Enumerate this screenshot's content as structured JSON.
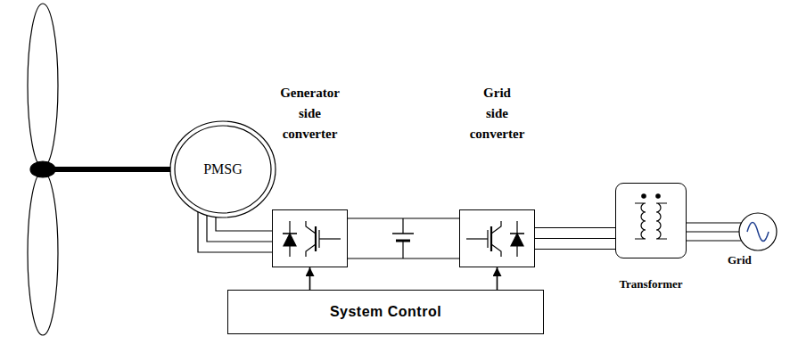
{
  "diagram": {
    "nodes": [
      {
        "text": [
          "PMSG"
        ]
      },
      {
        "text": [
          "Generator side converter"
        ]
      },
      {
        "text": [
          "Grid side converter"
        ]
      },
      {
        "text": [
          "Transformer"
        ]
      },
      {
        "text": [
          "Grid"
        ]
      },
      {
        "text": [
          "System Control"
        ]
      }
    ],
    "edges": [
      {
        "from": 0,
        "to": 1,
        "arrow": "none"
      },
      {
        "from": 1,
        "to": 2,
        "arrow": "none"
      },
      {
        "from": 2,
        "to": 3,
        "arrow": "none"
      },
      {
        "from": 3,
        "to": 4,
        "arrow": "none"
      },
      {
        "from": 5,
        "to": 1,
        "arrow": "to"
      },
      {
        "from": 5,
        "to": 2,
        "arrow": "to"
      }
    ]
  }
}
